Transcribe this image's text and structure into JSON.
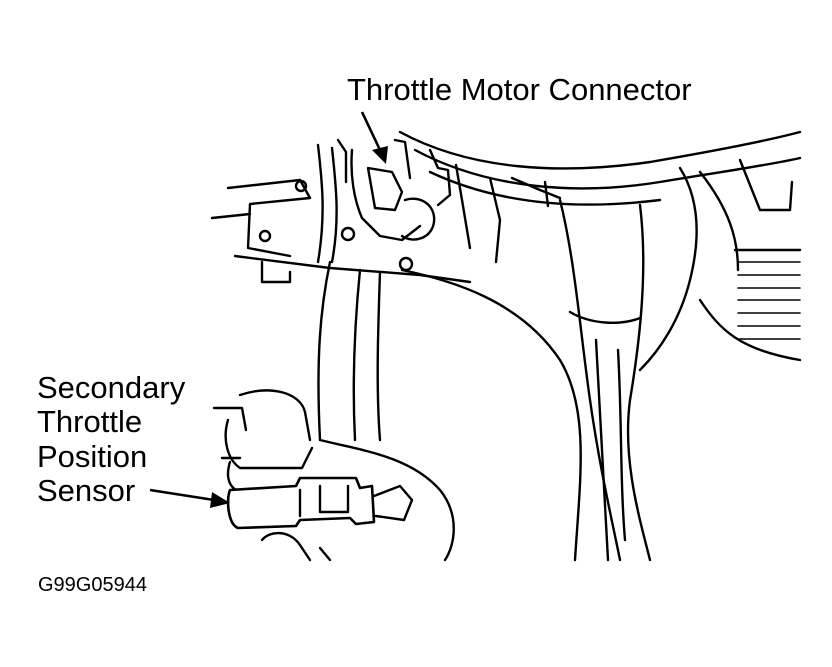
{
  "labels": {
    "throttle_motor_connector": "Throttle Motor Connector",
    "secondary_sensor": [
      "Secondary",
      "Throttle",
      "Position",
      "Sensor"
    ]
  },
  "figure_code": "G99G05944",
  "colors": {
    "ink": "#000000",
    "background": "#ffffff"
  }
}
